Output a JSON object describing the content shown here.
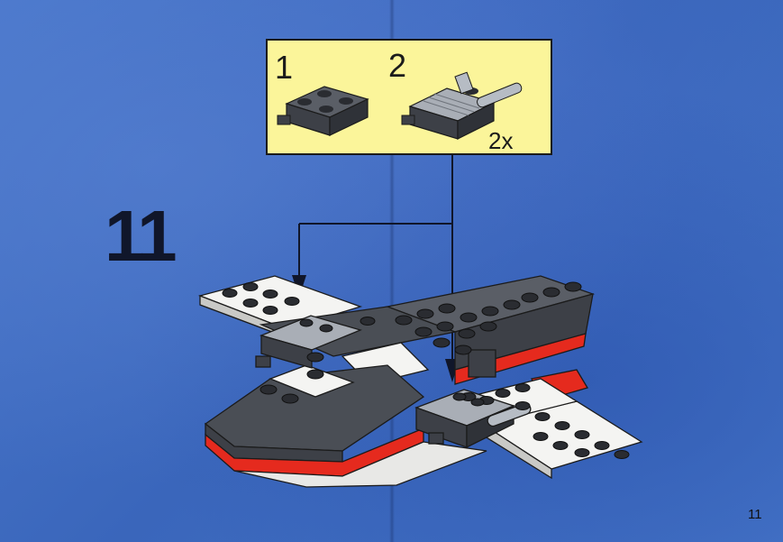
{
  "step": {
    "number": "11"
  },
  "callout": {
    "substeps": [
      {
        "number": "1"
      },
      {
        "number": "2"
      }
    ],
    "quantity": "2x"
  },
  "page": {
    "number": "11"
  },
  "colors": {
    "background": "#3f6fc4",
    "callout_fill": "#fbf59a",
    "brick_dark_gray": "#4a4e55",
    "brick_light_gray": "#a9aeb6",
    "brick_white": "#f4f4f2",
    "brick_red": "#e52a1e"
  },
  "icons": [
    "brick-plate-2x2-icon",
    "engine-assembly-icon",
    "arrow-down-icon",
    "spaceplane-model-icon"
  ]
}
